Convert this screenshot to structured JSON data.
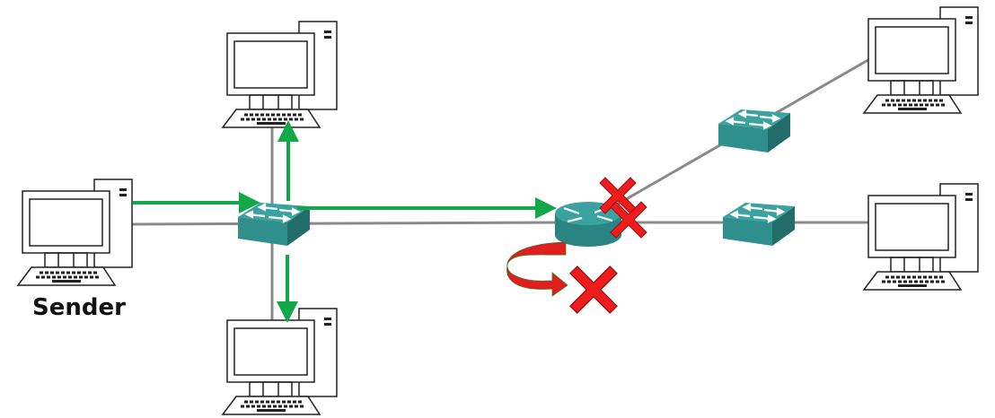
{
  "diagram": {
    "sender_label": "Sender",
    "colors": {
      "link": "#8a8a8a",
      "flow_arrow": "#12a84a",
      "device_teal": "#2f8f8c",
      "blocked": "#ee1c1c"
    },
    "nodes": [
      {
        "id": "sender-pc",
        "type": "computer"
      },
      {
        "id": "top-pc",
        "type": "computer"
      },
      {
        "id": "bottom-pc",
        "type": "computer"
      },
      {
        "id": "top-right-pc",
        "type": "computer"
      },
      {
        "id": "right-pc",
        "type": "computer"
      },
      {
        "id": "central-switch",
        "type": "switch"
      },
      {
        "id": "router",
        "type": "router"
      },
      {
        "id": "top-right-switch",
        "type": "switch"
      },
      {
        "id": "right-switch",
        "type": "switch"
      }
    ]
  }
}
